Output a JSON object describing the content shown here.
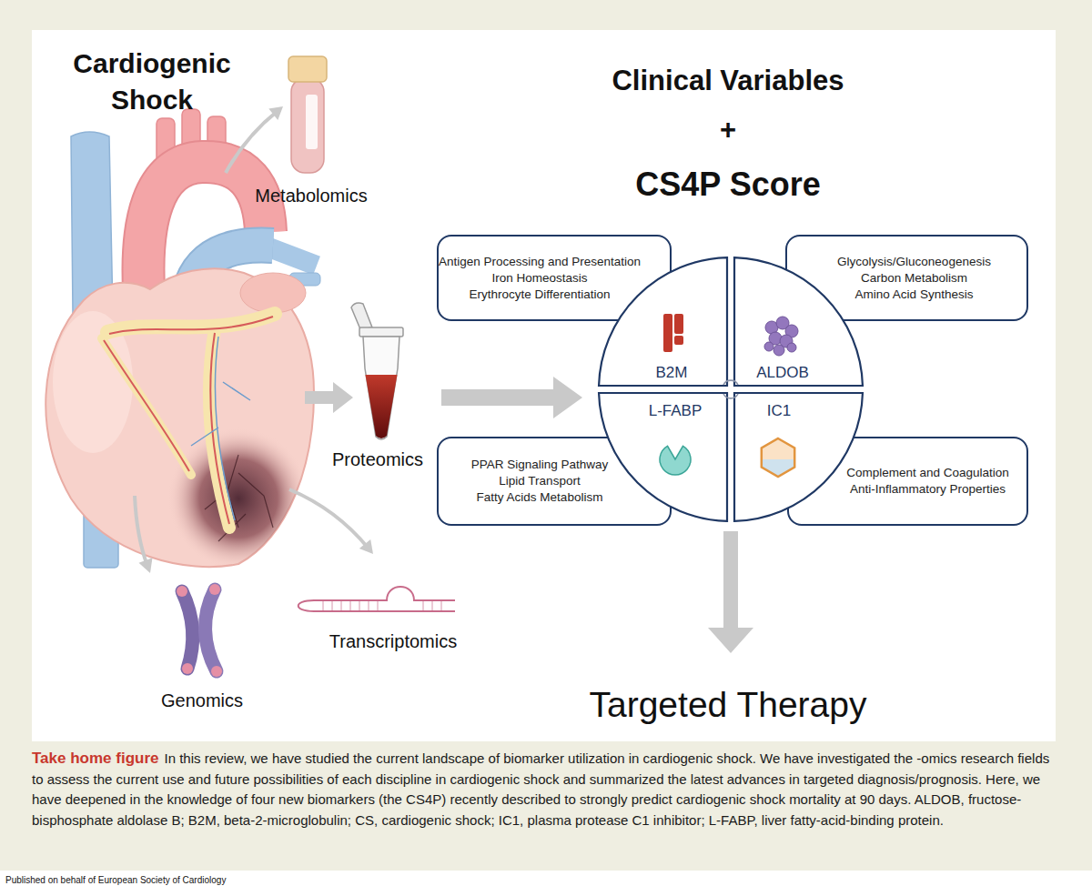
{
  "diagram": {
    "caption": "In this review, we have studied the current landscape of biomarker utilization in cardiogenic shock. We have investigated the -omics research fields to assess the current use and future possibilities of each discipline in cardiogenic shock and summarized the latest advances in targeted diagnosis/prognosis. Here, we have deepened in the knowledge of four new biomarkers (the CS4P) recently described to strongly predict cardiogenic shock mortality at 90 days. ALDOB, fructose-bisphosphate aldolase B; B2M, beta-2-microglobulin; CS, cardiogenic shock; IC1, plasma protease C1 inhibitor; L-FABP, liver fatty-acid-binding protein.",
    "nodes": [
      {
        "text": [
          "Antigen Processing and Presentation",
          "Iron Homeostasis",
          "Erythrocyte Differentiation"
        ]
      },
      {
        "text": [
          "Glycolysis/Gluconeogenesis",
          "Carbon Metabolism",
          "Amino Acid Synthesis"
        ]
      },
      {
        "text": [
          "B2M"
        ]
      },
      {
        "text": [
          "ALDOB"
        ]
      },
      {
        "text": [
          "L-FABP"
        ]
      },
      {
        "text": [
          "IC1"
        ]
      },
      {
        "text": [
          "PPAR Signaling Pathway",
          "Lipid Transport",
          "Fatty Acids Metabolism"
        ]
      },
      {
        "text": [
          "Complement and Coagulation",
          "Anti-Inflammatory Properties"
        ]
      }
    ],
    "labels": [
      "Cardiogenic Shock",
      "Metabolomics",
      "Proteomics",
      "Transcriptomics",
      "Genomics",
      "Clinical Variables",
      "+",
      "CS4P Score",
      "Targeted Therapy",
      "Take home figure",
      "Published on behalf of European Society of Cardiology"
    ]
  }
}
